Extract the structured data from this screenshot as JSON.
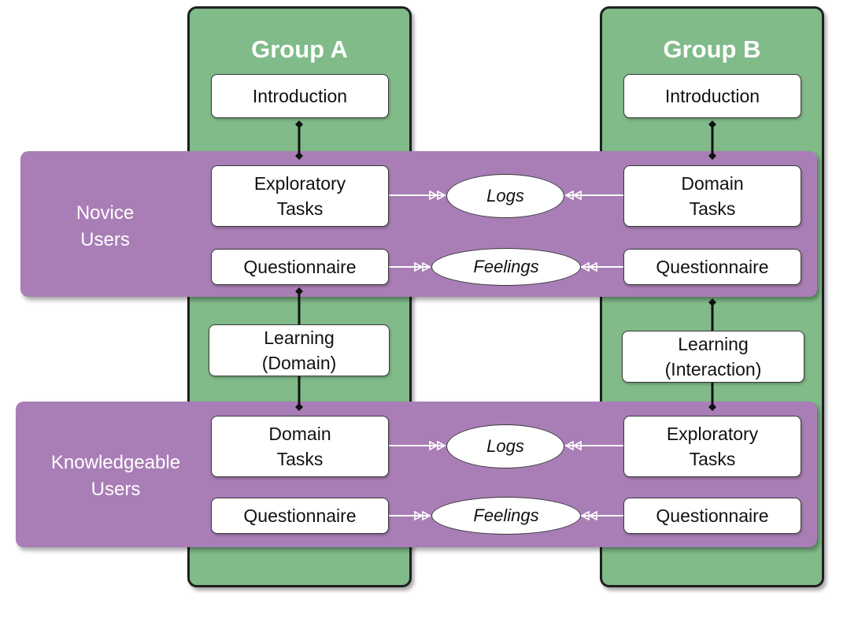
{
  "colors": {
    "group_fill": "#80bb89",
    "band_fill": "#a97eb6",
    "box_fill": "#ffffff",
    "outline": "#1f1f1f",
    "flow_arrow": "#ffffff"
  },
  "groups": {
    "a": {
      "title": "Group A",
      "introduction": "Introduction",
      "novice_tasks": [
        "Exploratory",
        "Tasks"
      ],
      "novice_questionnaire": "Questionnaire",
      "learning": [
        "Learning",
        "(Domain)"
      ],
      "knowledgeable_tasks": [
        "Domain",
        "Tasks"
      ],
      "knowledgeable_questionnaire": "Questionnaire"
    },
    "b": {
      "title": "Group B",
      "introduction": "Introduction",
      "novice_tasks": [
        "Domain",
        "Tasks"
      ],
      "novice_questionnaire": "Questionnaire",
      "learning": [
        "Learning",
        "(Interaction)"
      ],
      "knowledgeable_tasks": [
        "Exploratory",
        "Tasks"
      ],
      "knowledgeable_questionnaire": "Questionnaire"
    }
  },
  "bands": {
    "novice": [
      "Novice",
      "Users"
    ],
    "knowledgeable": [
      "Knowledgeable",
      "Users"
    ]
  },
  "outputs": {
    "novice_logs": "Logs",
    "novice_feelings": "Feelings",
    "knowledgeable_logs": "Logs",
    "knowledgeable_feelings": "Feelings"
  }
}
